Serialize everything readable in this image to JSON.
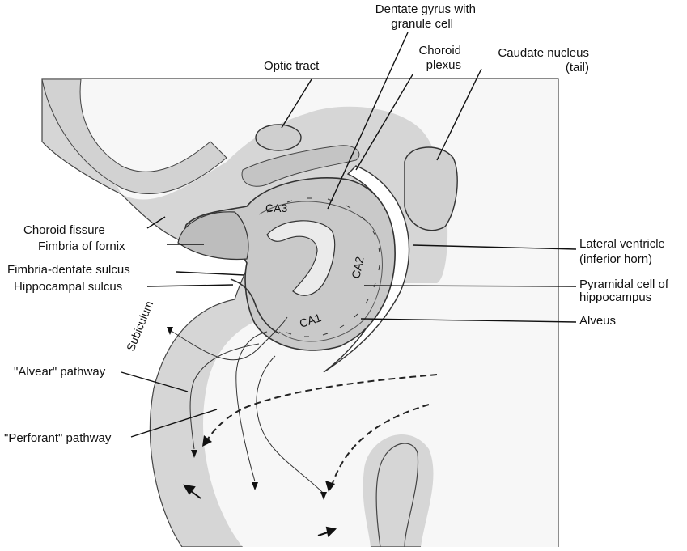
{
  "labels": {
    "dentate_gyrus_line1": "Dentate gyrus with",
    "dentate_gyrus_line2": "granule cell",
    "choroid_plexus_line1": "Choroid",
    "choroid_plexus_line2": "plexus",
    "caudate_line1": "Caudate nucleus",
    "caudate_line2": "(tail)",
    "optic_tract": "Optic tract",
    "choroid_fissure": "Choroid fissure",
    "fimbria_of_fornix": "Fimbria of fornix",
    "fimbria_dentate_sulcus": "Fimbria-dentate sulcus",
    "hippocampal_sulcus": "Hippocampal sulcus",
    "lateral_ventricle_line1": "Lateral ventricle",
    "lateral_ventricle_line2": "(inferior horn)",
    "pyramidal_line1": "Pyramidal cell of",
    "pyramidal_line2": "hippocampus",
    "alveus": "Alveus",
    "alvear_pathway": "\"Alvear\" pathway",
    "perforant_pathway": "\"Perforant\" pathway"
  },
  "regions": {
    "ca1": "CA1",
    "ca2": "CA2",
    "ca3": "CA3",
    "subiculum": "Subiculum"
  },
  "colors": {
    "tissue": "#d4d4d4",
    "tissue_light": "#e6e6e6",
    "white_matter": "#ffffff",
    "line": "#111111"
  }
}
